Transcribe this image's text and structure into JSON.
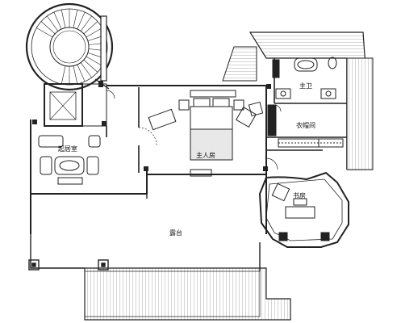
{
  "rooms": {
    "living_room": "起居室",
    "master_bedroom": "主人房",
    "master_bath": "主卫",
    "walk_in_closet": "衣帽间",
    "study": "书房",
    "terrace": "露台"
  },
  "colors": {
    "line": "#222222",
    "hatch": "#555555",
    "paper": "#ffffff"
  }
}
